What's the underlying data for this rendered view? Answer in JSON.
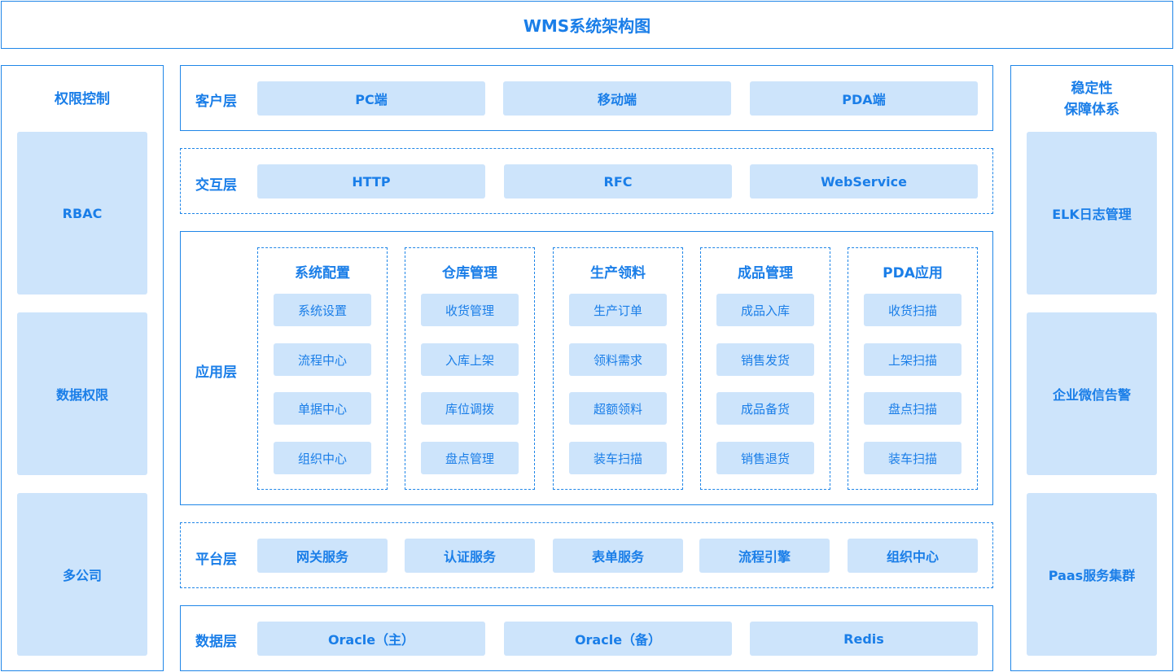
{
  "title": "WMS系统架构图",
  "left_panel": {
    "title": "权限控制",
    "items": [
      "RBAC",
      "数据权限",
      "多公司"
    ]
  },
  "right_panel": {
    "title_line1": "稳定性",
    "title_line2": "保障体系",
    "items": [
      "ELK日志管理",
      "企业微信告警",
      "Paas服务集群"
    ]
  },
  "client_layer": {
    "label": "客户层",
    "items": [
      "PC端",
      "移动端",
      "PDA端"
    ]
  },
  "interaction_layer": {
    "label": "交互层",
    "items": [
      "HTTP",
      "RFC",
      "WebService"
    ]
  },
  "application_layer": {
    "label": "应用层",
    "groups": [
      {
        "title": "系统配置",
        "items": [
          "系统设置",
          "流程中心",
          "单据中心",
          "组织中心"
        ]
      },
      {
        "title": "仓库管理",
        "items": [
          "收货管理",
          "入库上架",
          "库位调拨",
          "盘点管理"
        ]
      },
      {
        "title": "生产领料",
        "items": [
          "生产订单",
          "领料需求",
          "超额领料",
          "装车扫描"
        ]
      },
      {
        "title": "成品管理",
        "items": [
          "成品入库",
          "销售发货",
          "成品备货",
          "销售退货"
        ]
      },
      {
        "title": "PDA应用",
        "items": [
          "收货扫描",
          "上架扫描",
          "盘点扫描",
          "装车扫描"
        ]
      }
    ]
  },
  "platform_layer": {
    "label": "平台层",
    "items": [
      "网关服务",
      "认证服务",
      "表单服务",
      "流程引擎",
      "组织中心"
    ]
  },
  "data_layer": {
    "label": "数据层",
    "items": [
      "Oracle（主）",
      "Oracle（备）",
      "Redis"
    ]
  },
  "colors": {
    "accent": "#1f86e8",
    "fill": "#cde4fb"
  }
}
